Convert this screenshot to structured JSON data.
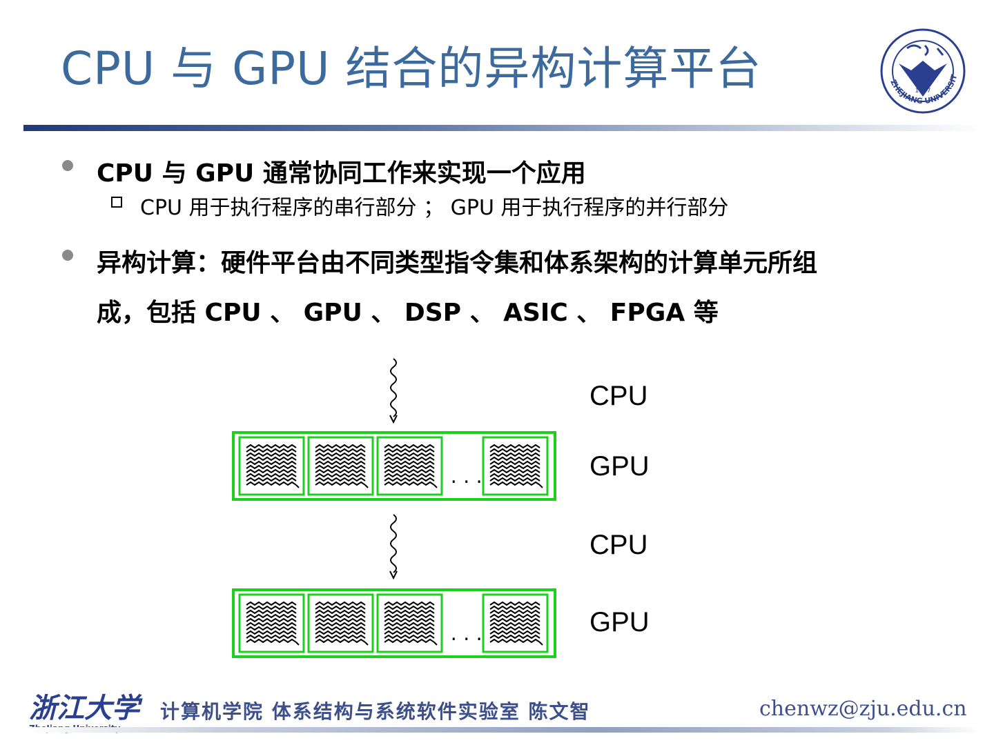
{
  "slide": {
    "title": "CPU 与 GPU 结合的异构计算平台"
  },
  "bullets": [
    {
      "text": "CPU 与 GPU 通常协同工作来实现一个应用",
      "sub": [
        "CPU 用于执行程序的串行部分 ； GPU 用于执行程序的并行部分"
      ]
    },
    {
      "line1": "异构计算：硬件平台由不同类型指令集和体系架构的计算单元所组",
      "line2": "成，包括 CPU 、 GPU 、 DSP 、 ASIC 、 FPGA 等"
    }
  ],
  "diagram": {
    "labels": [
      "CPU",
      "GPU",
      "CPU",
      "GPU"
    ],
    "ellipsis": "...",
    "colors": {
      "block_border": "#1ecf1e",
      "thread": "#000000"
    }
  },
  "logo": {
    "seal_text": "ZHEJIANG UNIVERSITY",
    "seal_year": "1897",
    "footer_calligraphy": "浙江大学",
    "footer_english": "ZheJiang University"
  },
  "footer": {
    "text": "计算机学院  体系结构与系统软件实验室  陈文智",
    "email": "chenwz@zju.edu.cn"
  },
  "theme": {
    "title_color": "#3d6a9c",
    "rule_color": "#1f3a78",
    "footer_color": "#3d4f8a"
  }
}
